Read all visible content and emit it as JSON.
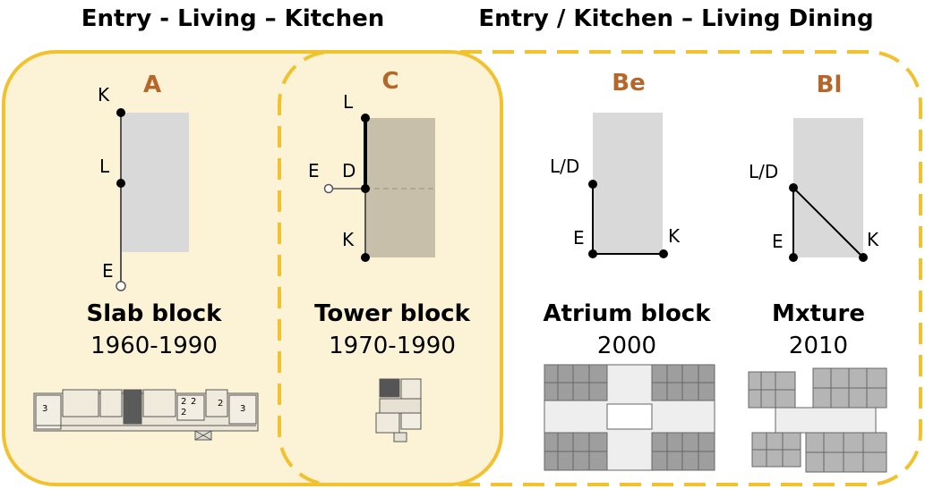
{
  "headings": {
    "left": "Entry - Living – Kitchen",
    "right": "Entry / Kitchen – Living Dining"
  },
  "types": [
    {
      "code": "A",
      "name": "Slab block",
      "period": "1960-1990",
      "nodes": [
        "K",
        "L",
        "E"
      ]
    },
    {
      "code": "C",
      "name": "Tower block",
      "period": "1970-1990",
      "nodes": [
        "L",
        "E",
        "D",
        "K"
      ]
    },
    {
      "code": "Be",
      "name": "Atrium block",
      "period": "2000",
      "nodes": [
        "L/D",
        "E",
        "K"
      ]
    },
    {
      "code": "Bl",
      "name": "Mxture",
      "period": "2010",
      "nodes": [
        "L/D",
        "E",
        "K"
      ]
    }
  ],
  "colors": {
    "frame": "#f2c22e",
    "fill": "#fcf3d6",
    "code": "#b5662b",
    "block": "#d9d9d9",
    "block_dark": "#c7bfa9"
  },
  "plan_numbers": [
    "3",
    "2",
    "2",
    "2",
    "2",
    "3"
  ]
}
